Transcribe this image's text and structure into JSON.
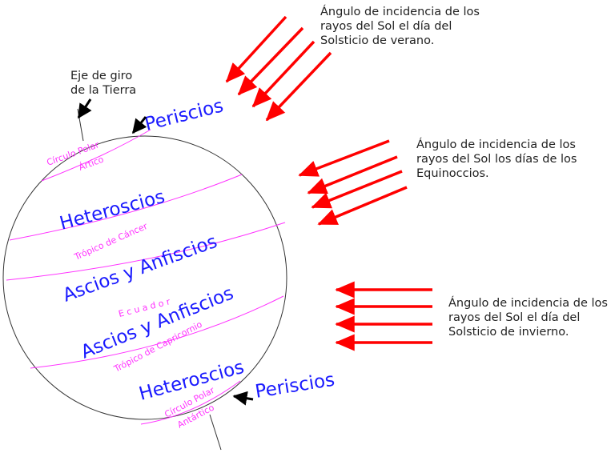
{
  "colors": {
    "zone_text": "#1a1aff",
    "line_label": "#ff33ff",
    "arrow": "#ff0000",
    "pointer": "#000000",
    "outline": "#333333"
  },
  "axis_label": {
    "line1": "Eje de giro",
    "line2": "de la Tierra"
  },
  "zones": {
    "periscios_top": "Periscios",
    "heteroscios_top": "Heteroscios",
    "ascios_north": "Ascios y Anfiscios",
    "ascios_south": "Ascios y Anfiscios",
    "heteroscios_bottom": "Heteroscios",
    "periscios_bottom": "Periscios"
  },
  "lines": {
    "arctic_1": "Círculo Polar",
    "arctic_2": "Ártico",
    "cancer": "Trópico de Cáncer",
    "equator": "E c u a d o r",
    "capricorn": "Trópico de Capricornio",
    "antarctic_1": "Círculo Polar",
    "antarctic_2": "Antártico"
  },
  "notes": {
    "summer": {
      "line1": "Ángulo de incidencia de los",
      "line2": "rayos del Sol el día del",
      "line3": "Solsticio de verano."
    },
    "equinox": {
      "line1": "Ángulo de incidencia de los",
      "line2": "rayos del Sol los días de los",
      "line3": "Equinoccios."
    },
    "winter": {
      "line1": "Ángulo de incidencia de los",
      "line2": "rayos del Sol el día del",
      "line3": "Solsticio de invierno."
    }
  }
}
